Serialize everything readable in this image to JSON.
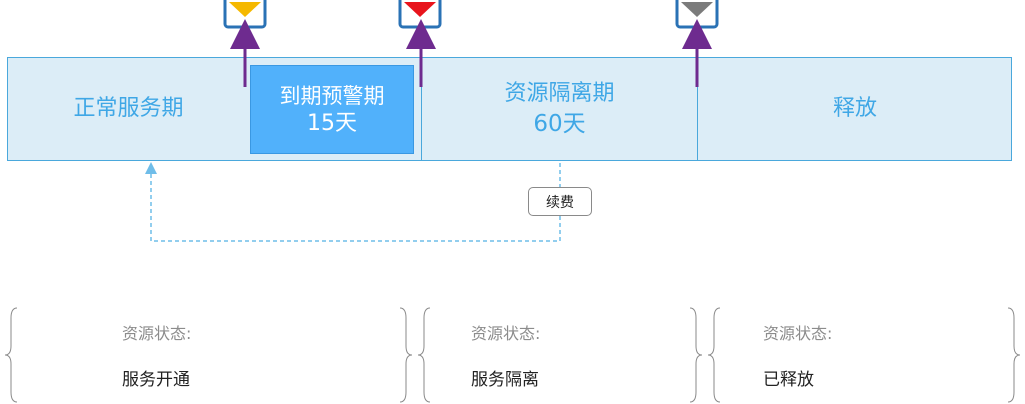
{
  "phases": {
    "normal": {
      "label": "正常服务期"
    },
    "warning": {
      "label": "到期预警期",
      "duration": "15天"
    },
    "isolation": {
      "label": "资源隔离期",
      "duration": "60天"
    },
    "release": {
      "label": "释放"
    }
  },
  "renew_label": "续费",
  "status_groups": [
    {
      "label": "资源状态:",
      "value": "服务开通"
    },
    {
      "label": "资源状态:",
      "value": "服务隔离"
    },
    {
      "label": "资源状态:",
      "value": "已释放"
    }
  ],
  "notifications": [
    {
      "icon": "envelope-yellow-icon",
      "color": "#f5b800"
    },
    {
      "icon": "envelope-red-icon",
      "color": "#e8141c"
    },
    {
      "icon": "envelope-gray-icon",
      "color": "#7b7b7b"
    }
  ],
  "colors": {
    "timeline_fill": "#dcedf7",
    "timeline_border": "#4aa8dc",
    "accent_text": "#3fa7e6",
    "warning_fill": "#51b1fb",
    "arrow": "#6e2b8f"
  }
}
